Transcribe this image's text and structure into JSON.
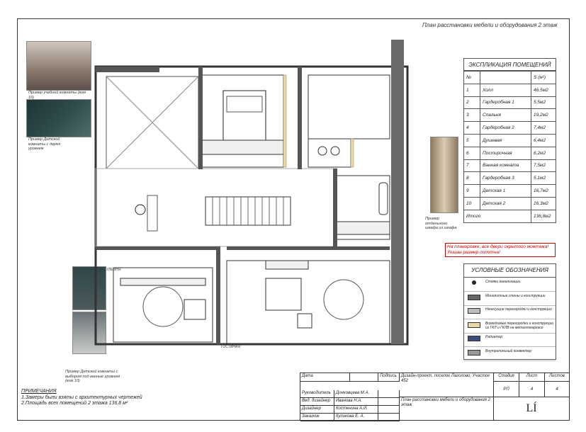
{
  "sheet": {
    "title": "План расстановки мебели и оборудования 2 этаж"
  },
  "photos": [
    {
      "name": "study-photo",
      "caption": "Пример учебной комнаты (ком 10)",
      "color": "#8a7a6e"
    },
    {
      "name": "kids-photo-1",
      "caption": "Пример Детской комнаты с двумя уровнем",
      "color": "#2e4a4a"
    },
    {
      "name": "kids-photo-2",
      "caption": "Пример Детской комнаты с выбором под ванные уровнем (ком 10)",
      "color": "#4c5a5c"
    },
    {
      "name": "wardrobe-photo",
      "caption": "Пример отдельного шкафа из шкафа",
      "color": "#b9a88e"
    }
  ],
  "explication": {
    "title": "ЭКСПЛИКАЦИЯ ПОМЕЩЕНИЙ",
    "header": {
      "num": "№",
      "name": "",
      "area": "S (м²)"
    },
    "rows": [
      {
        "num": "1",
        "name": "Холл",
        "area": "46,5м2"
      },
      {
        "num": "2",
        "name": "Гардеробная 1",
        "area": "5,5м2"
      },
      {
        "num": "3",
        "name": "Спальня",
        "area": "19,2м2"
      },
      {
        "num": "4",
        "name": "Гардеробная 2",
        "area": "7,4м2"
      },
      {
        "num": "5",
        "name": "Душевая",
        "area": "6,4м2"
      },
      {
        "num": "6",
        "name": "Постирочная",
        "area": "6,2м2"
      },
      {
        "num": "7",
        "name": "Ванная комната",
        "area": "7,5м2"
      },
      {
        "num": "8",
        "name": "Гардеробная 3",
        "area": "5,1м2"
      },
      {
        "num": "9",
        "name": "Детская 1",
        "area": "16,7м2"
      },
      {
        "num": "10",
        "name": "Детская 2",
        "area": "16,3м2"
      }
    ],
    "total": {
      "label": "Итого",
      "area": "136,8м2"
    }
  },
  "red_note": {
    "line1": "На планировке, все двери скрытого монтажа!",
    "line2": "Указан размер полотна!"
  },
  "legend": {
    "title": "УСЛОВНЫЕ ОБОЗНАЧЕНИЯ",
    "items": [
      {
        "label": "Стояки канализации",
        "fill": "#222"
      },
      {
        "label": "Монолитные стены и конструкции",
        "fill": "#666"
      },
      {
        "label": "Ненесущие перегородки и конструкции",
        "fill": "#bdbdbd"
      },
      {
        "label": "Возводимые перегородки и конструкции из ГКЛ и ГКЛВ на металлокаркасе",
        "fill": "#e8d7a8"
      },
      {
        "label": "Радиатор",
        "fill": "#3b4f7a"
      },
      {
        "label": "Внутрипольный конвектор",
        "fill": "#999"
      }
    ]
  },
  "plan_labels": {
    "uvelnya": "УЛЕВНЯ",
    "gostinaya": "ГОСТИНАЯ"
  },
  "notes": {
    "title": "ПРИМЕЧАНИЯ",
    "line1": "1.Замеры были взяты с архитектурных чертежей",
    "line2": "2.Площадь всех помещений 2 этажа 136,8 м²"
  },
  "title_block": {
    "date": "Дата",
    "signature": "Подпись",
    "project": "Дизайн-проект, поселок Лаголово, Участок 452",
    "sheet_name": "План расстановки мебели и оборудования 2 этаж",
    "stage_label": "Стадия",
    "stage": "РП",
    "sheet_label": "Лист",
    "sheet": "4",
    "sheets_label": "Листов",
    "sheets": "4",
    "logo": "LÍ",
    "people": [
      {
        "role": "Руководитель",
        "name": "Донковцева М.А."
      },
      {
        "role": "Вед. дизайнер",
        "name": "Иванова Н.А."
      },
      {
        "role": "Дизайнер",
        "name": "Костенина А.И."
      },
      {
        "role": "Заказчик",
        "name": "Куликова Е. А."
      }
    ]
  }
}
